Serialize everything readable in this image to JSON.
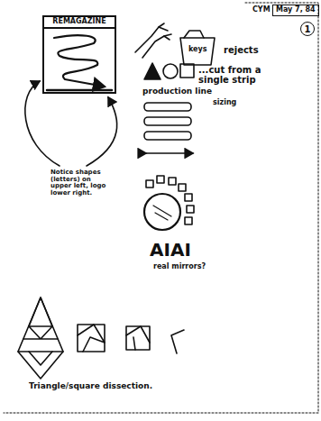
{
  "diagram": {
    "nodes": [
      {
        "text": [
          "REMAGAZINE"
        ]
      },
      {
        "text": [
          "May 7, 84"
        ]
      },
      {
        "text": [
          "1"
        ]
      }
    ],
    "labels": [
      "CYM",
      "keys",
      "rejects",
      "...cut from a single strip",
      "production line",
      "sizing",
      "Notice shapes (letters) on upper left, logo lower right.",
      "AIAI",
      "real mirrors?",
      "Triangle/square dissection."
    ]
  }
}
